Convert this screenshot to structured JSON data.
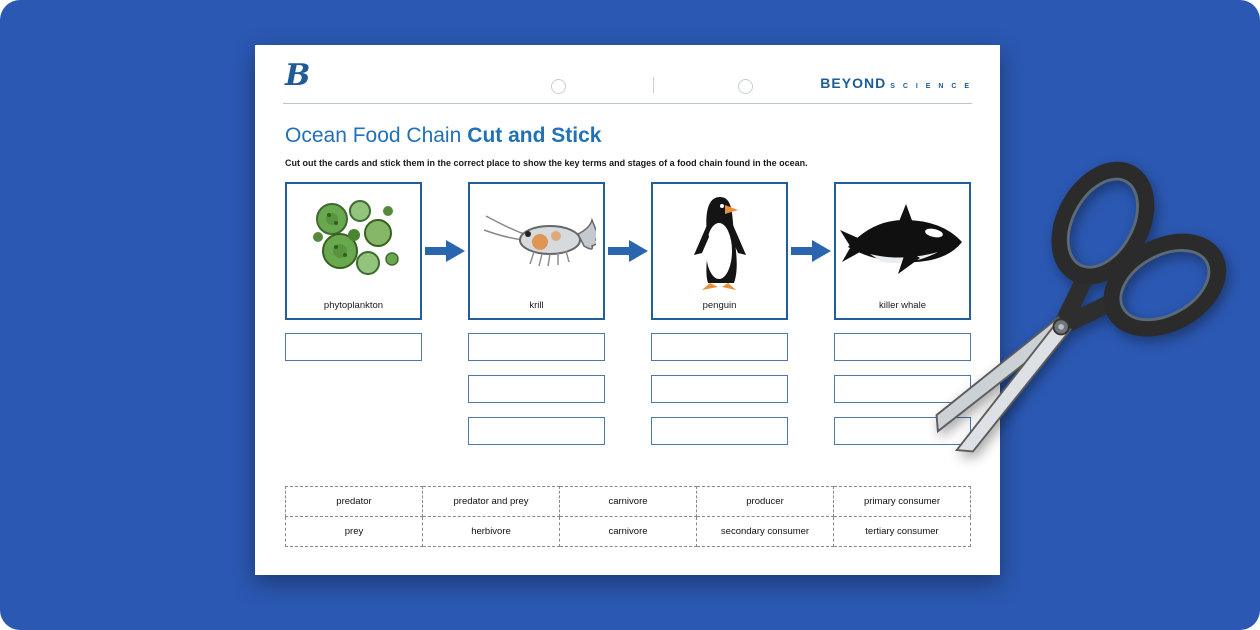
{
  "colors": {
    "background_blue": "#2b58b2",
    "accent_blue": "#2a66ad",
    "brand_blue": "#1e5b97",
    "card_border_blue": "#235e9a"
  },
  "worksheet": {
    "brand": {
      "logo": "B",
      "name": "BEYOND",
      "subject": "S C I E N C E"
    },
    "title": {
      "regular": "Ocean Food Chain",
      "bold": "Cut and Stick"
    },
    "instructions": "Cut out the cards and stick them in the correct place to show the key terms and stages of a food chain found in the ocean.",
    "food_chain": [
      {
        "label": "phytoplankton",
        "answer_slots": 1
      },
      {
        "label": "krill",
        "answer_slots": 3
      },
      {
        "label": "penguin",
        "answer_slots": 3
      },
      {
        "label": "killer whale",
        "answer_slots": 3
      }
    ],
    "word_cards": {
      "rows": [
        [
          "predator",
          "predator and prey",
          "carnivore",
          "producer",
          "primary consumer"
        ],
        [
          "prey",
          "herbivore",
          "carnivore",
          "secondary consumer",
          "tertiary consumer"
        ]
      ]
    }
  }
}
